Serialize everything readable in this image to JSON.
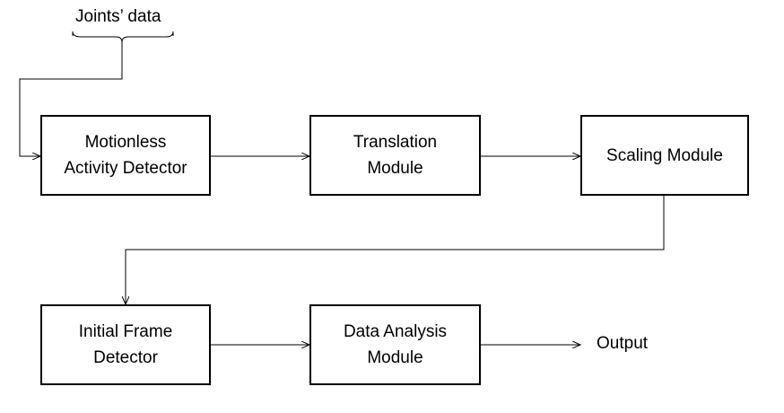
{
  "input_label": "Joints’ data",
  "output_label": "Output",
  "blocks": {
    "motionless": "Motionless\nActivity Detector",
    "translation": "Translation\nModule",
    "scaling": "Scaling Module",
    "initial_frame": "Initial Frame\nDetector",
    "data_analysis": "Data Analysis\nModule"
  }
}
